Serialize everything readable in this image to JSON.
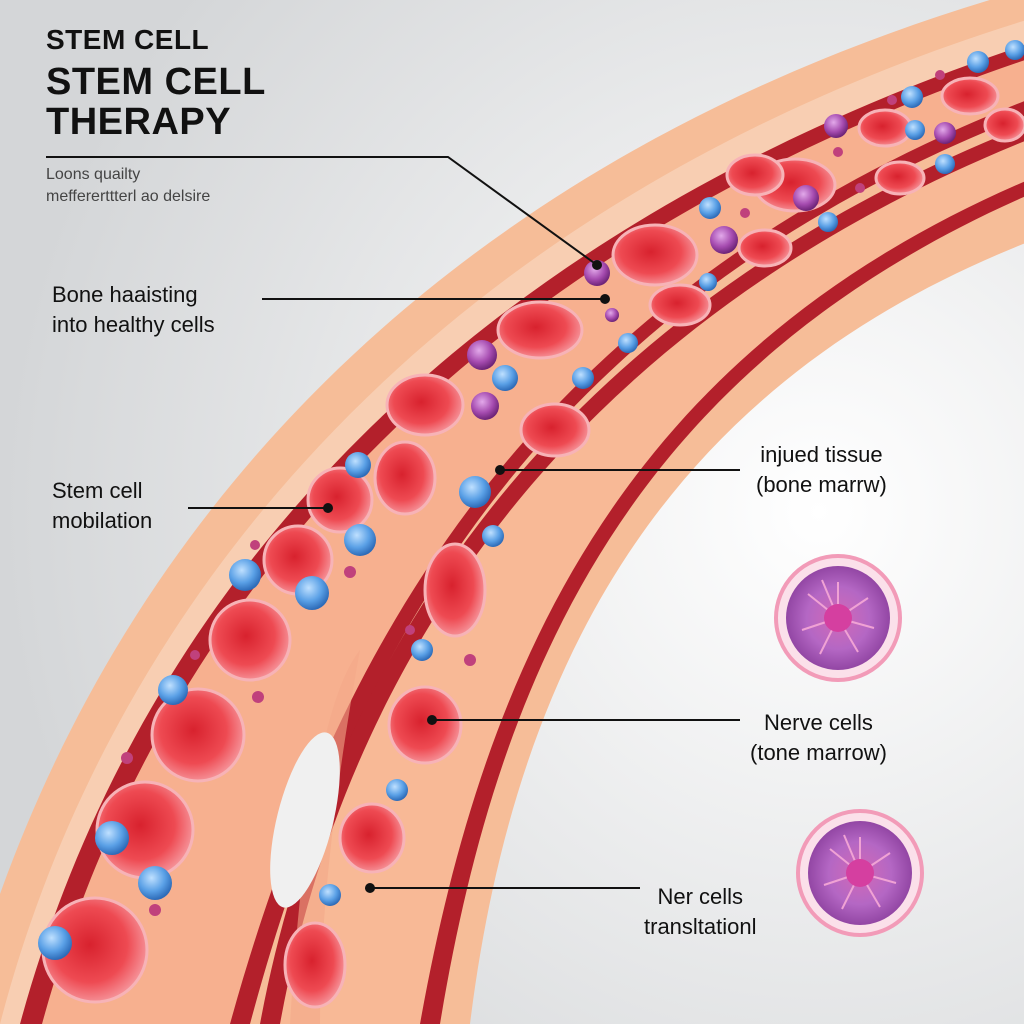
{
  "title": {
    "small": "STEM CELL",
    "main_line1": "STEM CELL",
    "main_line2": "THERAPY"
  },
  "subtitle": {
    "line1": "Loons quailty",
    "line2": "meffererttterl ao delsire"
  },
  "labels": {
    "bone": {
      "line1": "Bone haaisting",
      "line2": "into healthy cells"
    },
    "stem": {
      "line1": "Stem cell",
      "line2": "mobilation"
    },
    "injured": {
      "line1": "injued tissue",
      "line2": "(bone marrw)"
    },
    "nerve": {
      "line1": "Nerve cells",
      "line2": "(tone marrow)"
    },
    "ner": {
      "line1": "Ner cells",
      "line2": "transltationl"
    }
  },
  "colors": {
    "background": "#e6e7e8",
    "vessel_outer": "#f4b48f",
    "vessel_wall": "#b5202a",
    "red_cell": "#e8343f",
    "blue_cell": "#4a90d9",
    "purple_cell": "#9a3fa0",
    "nerve_cell_ring": "#f29bb8"
  }
}
